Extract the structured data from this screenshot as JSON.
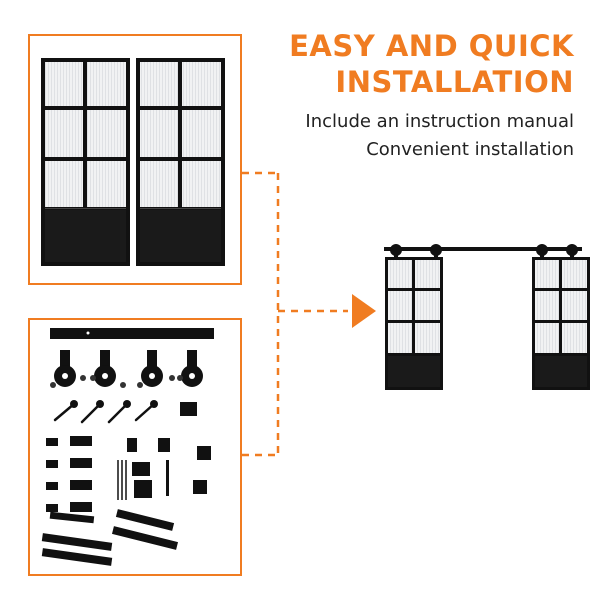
{
  "headline": {
    "line1": "EASY AND QUICK",
    "line2": "INSTALLATION"
  },
  "subtext": {
    "line1": "Include an instruction manual",
    "line2": "Convenient installation"
  },
  "colors": {
    "accent": "#f07c21",
    "frame_black": "#111111",
    "glass": "#eef0f2",
    "text": "#222222"
  },
  "icons": {
    "arrow": "arrow-right-icon",
    "door": "glass-door-icon",
    "hardware": "barn-door-hardware-kit-icon"
  }
}
